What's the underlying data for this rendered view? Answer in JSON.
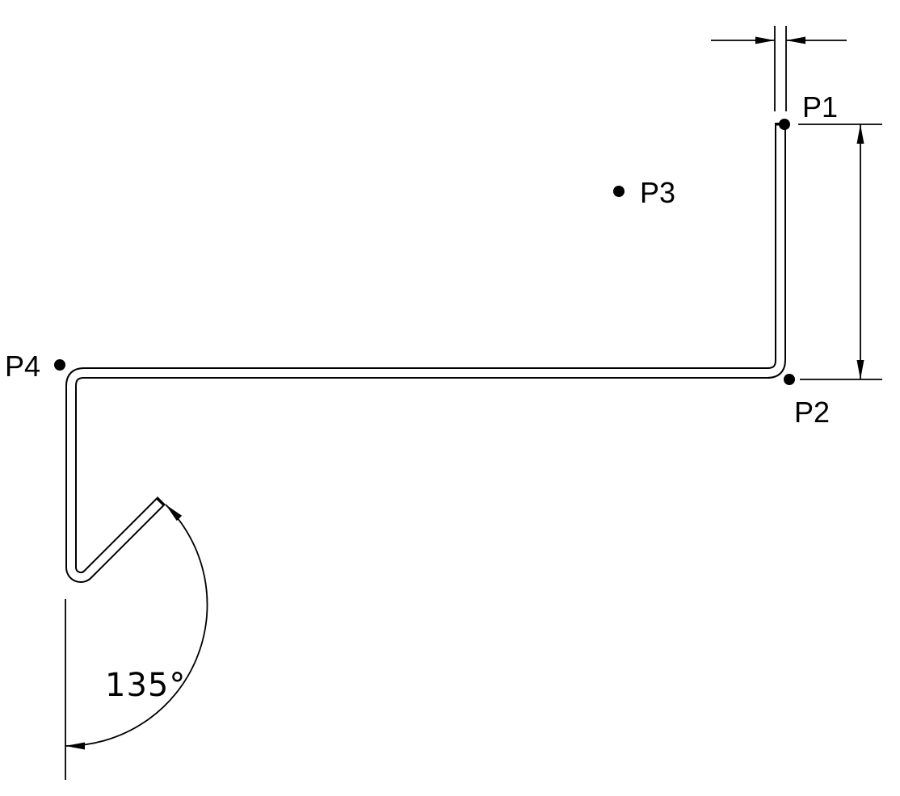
{
  "drawing": {
    "kind": "sheet-metal-profile-cross-section",
    "points": [
      {
        "label": "P1"
      },
      {
        "label": "P2"
      },
      {
        "label": "P3"
      },
      {
        "label": "P4"
      }
    ],
    "dimensions": {
      "bend_angle": "135°",
      "thickness_dim": "",
      "height_dim": ""
    },
    "colors": {
      "line": "#000000",
      "background": "#ffffff"
    }
  }
}
